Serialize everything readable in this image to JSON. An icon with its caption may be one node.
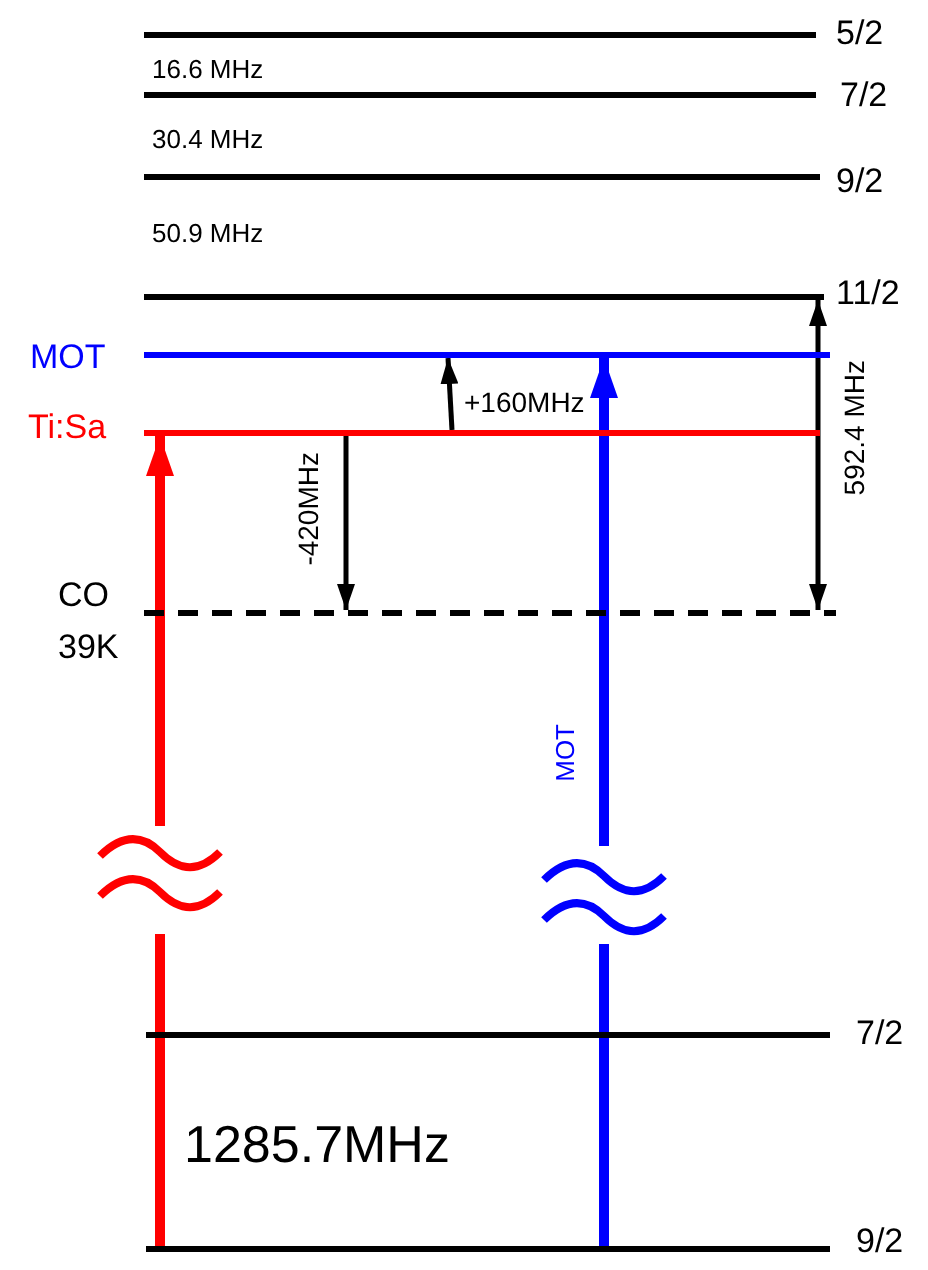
{
  "diagram": {
    "nodes": [
      {
        "text": [],
        "shape": "bar",
        "beside": [
          "5/2"
        ]
      },
      {
        "text": [],
        "shape": "bar",
        "beside": [
          "7/2"
        ]
      },
      {
        "text": [],
        "shape": "bar",
        "beside": [
          "9/2"
        ]
      },
      {
        "text": [],
        "shape": "bar",
        "beside": [
          "11/2"
        ]
      },
      {
        "text": [],
        "shape": "bar",
        "beside": [
          "MOT"
        ]
      },
      {
        "text": [],
        "shape": "bar",
        "beside": [
          "Ti:Sa"
        ]
      },
      {
        "text": [],
        "shape": "bar",
        "beside": [
          "CO 39K"
        ]
      },
      {
        "text": [],
        "shape": "bar",
        "beside": [
          "7/2"
        ]
      },
      {
        "text": [],
        "shape": "bar",
        "beside": [
          "9/2"
        ]
      }
    ],
    "edges": [
      {
        "from": 8,
        "to": 5,
        "arrow": "to",
        "style": "thick",
        "color": "#ff0000"
      },
      {
        "from": 8,
        "to": 4,
        "arrow": "to",
        "style": "thick",
        "color": "#0000ff",
        "label": "MOT"
      },
      {
        "from": 5,
        "to": 4,
        "arrow": "to",
        "label": "+160MHz"
      },
      {
        "from": 5,
        "to": 6,
        "arrow": "to",
        "label": "-420MHz"
      },
      {
        "from": 3,
        "to": 6,
        "arrow": "both",
        "label": "592.4 MHz"
      }
    ],
    "labels": [
      "16.6 MHz",
      "30.4 MHz",
      "50.9 MHz",
      "1285.7MHz"
    ]
  }
}
